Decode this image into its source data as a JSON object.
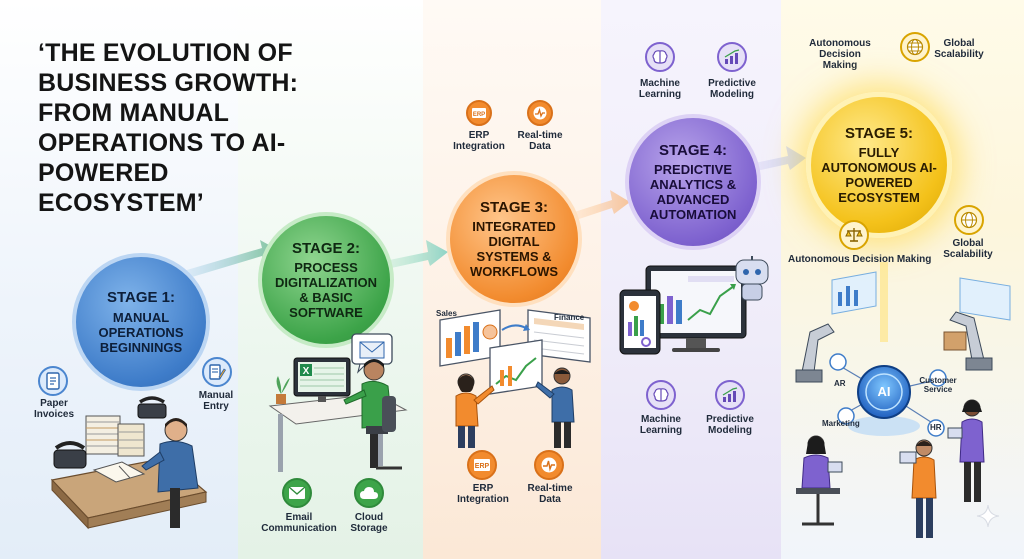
{
  "title": "‘THE EVOLUTION OF BUSINESS GROWTH: FROM MANUAL OPERATIONS TO AI-POWERED ECOSYSTEM’",
  "colors": {
    "stage1": "#3e7cc9",
    "stage2": "#3da449",
    "stage3": "#f28b2e",
    "stage4": "#7e62cf",
    "stage5": "#f4c21b",
    "band1": "#eaf2fb",
    "band2": "#eaf5ec",
    "band3": "#fdf0e4",
    "band4": "#efecf9",
    "band5": "#fdf7e0"
  },
  "stages": [
    {
      "title": "STAGE 1:",
      "subtitle": "MANUAL OPERATIONS BEGINNINGS",
      "labels": [
        "Paper Invoices",
        "Manual Entry"
      ],
      "icons": [
        "paper-invoice-icon",
        "manual-entry-icon"
      ],
      "scene": "desk-with-papers-and-telephone"
    },
    {
      "title": "STAGE 2:",
      "subtitle": "PROCESS DIGITALIZATION & BASIC SOFTWARE",
      "labels": [
        "Email Communication",
        "Cloud Storage"
      ],
      "icons": [
        "envelope-icon",
        "cloud-icon"
      ],
      "scene": "desk-with-computer-spreadsheet"
    },
    {
      "title": "STAGE 3:",
      "subtitle": "INTEGRATED DIGITAL SYSTEMS & WORKFLOWS",
      "labels": [
        "ERP Integration",
        "Real-time Data"
      ],
      "labels_bottom": [
        "ERP Integration",
        "Real-time Data"
      ],
      "panel_labels": [
        "Sales",
        "Finance"
      ],
      "icons": [
        "erp-icon",
        "realtime-data-icon"
      ],
      "scene": "people-with-connected-dashboards"
    },
    {
      "title": "STAGE 4:",
      "subtitle": "PREDICTIVE ANALYTICS & ADVANCED AUTOMATION",
      "labels": [
        "Machine Learning",
        "Predictive Modeling"
      ],
      "labels_bottom": [
        "Machine Learning",
        "Predictive Modeling"
      ],
      "icons": [
        "brain-icon",
        "growth-chart-icon"
      ],
      "scene": "monitor-tablet-robot"
    },
    {
      "title": "STAGE 5:",
      "subtitle": "FULLY AUTONOMOUS AI-POWERED ECOSYSTEM",
      "labels": [
        "Autonomous Decision Making",
        "Global Scalability"
      ],
      "labels_mid": [
        "Autonomous Decision Making",
        "Global Scalability"
      ],
      "hub_label": "AI",
      "hub_nodes": [
        "AR",
        "Customer Service",
        "Marketing",
        "HR"
      ],
      "icons": [
        "scales-icon",
        "globe-icon"
      ],
      "scene": "ai-hub-with-robotic-arms"
    }
  ]
}
